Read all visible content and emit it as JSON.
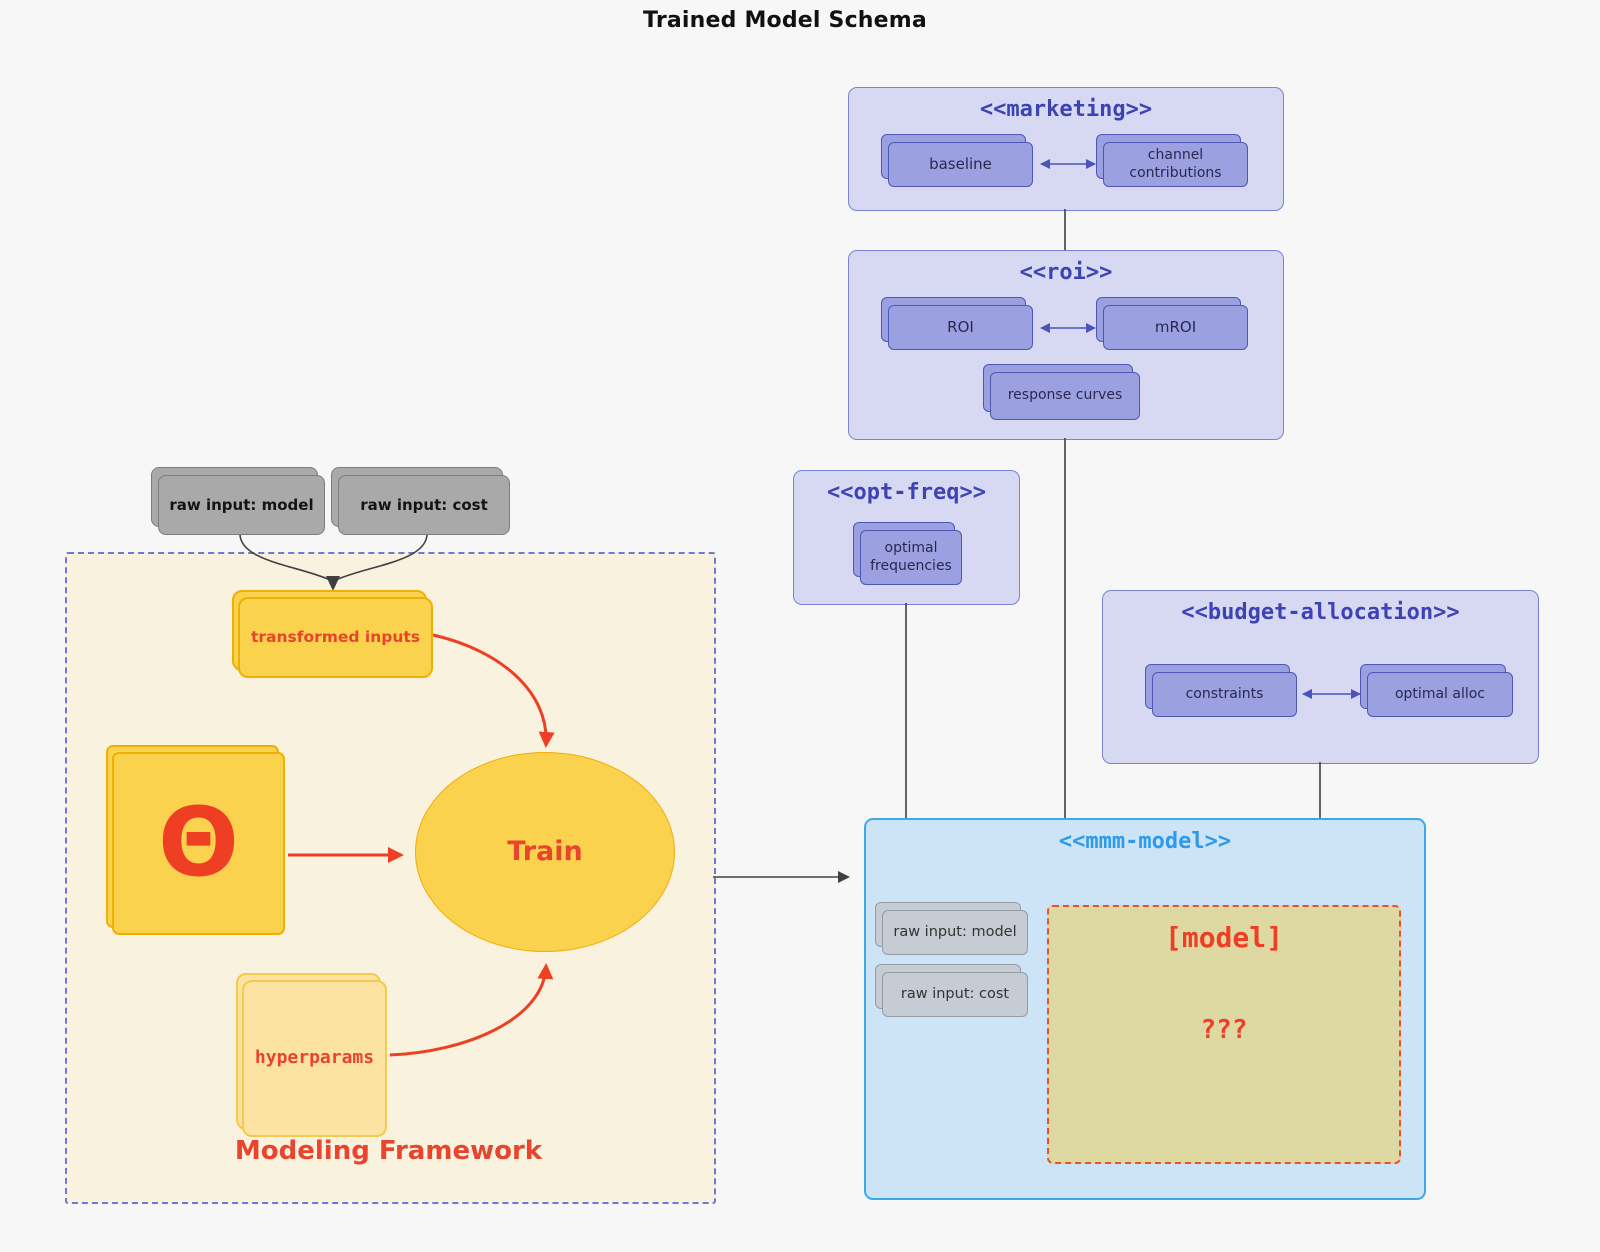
{
  "diagram_title": "Trained Model Schema",
  "colors": {
    "purple_subgraph_fill": "#d6d9f1",
    "purple_subgraph_border": "#7b82d2",
    "purple_node_fill": "#9ba1e0",
    "purple_title": "#3d43b3",
    "blue_subgraph_fill": "#cde3f6",
    "blue_subgraph_border": "#3da8ec",
    "blue_title": "#2d9bec",
    "gray_node_fill": "#a9a9a9",
    "light_gray_node_fill": "#c6ccd3",
    "yellow_node_fill": "#fbd24d",
    "light_yellow_node_fill": "#fde3a2",
    "framework_fill": "#f8f2de",
    "framework_border": "#7177d8",
    "model_box_fill": "#ded9a2",
    "red_accent": "#ee3f25",
    "line_color": "#404040"
  },
  "external_inputs": {
    "raw_model": "raw input: model",
    "raw_cost": "raw input: cost"
  },
  "framework": {
    "label": "Modeling Framework",
    "transformed_inputs": "transformed inputs",
    "theta": "Θ",
    "train": "Train",
    "hyperparams": "hyperparams"
  },
  "marketing": {
    "title": "<<marketing>>",
    "baseline": "baseline",
    "channel_contributions": "channel contributions"
  },
  "roi": {
    "title": "<<roi>>",
    "roi": "ROI",
    "mroi": "mROI",
    "response_curves": "response curves"
  },
  "opt_freq": {
    "title": "<<opt-freq>>",
    "optimal_frequencies": "optimal frequencies"
  },
  "budget_allocation": {
    "title": "<<budget-allocation>>",
    "constraints": "constraints",
    "optimal_alloc": "optimal alloc"
  },
  "mmm_model": {
    "title": "<<mmm-model>>",
    "raw_model": "raw input: model",
    "raw_cost": "raw input: cost",
    "model_placeholder": "[model]",
    "unknown": "???"
  }
}
